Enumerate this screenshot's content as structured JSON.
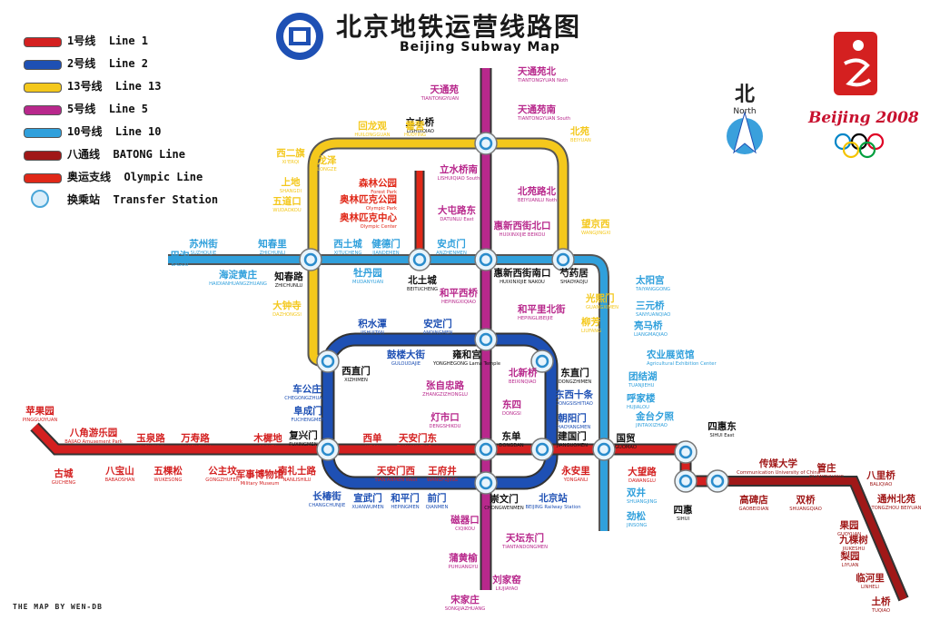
{
  "title": {
    "cn": "北京地铁运营线路图",
    "en": "Beijing Subway Map"
  },
  "legend": [
    {
      "cn": "1号线",
      "en": "Line 1",
      "color": "#d42020"
    },
    {
      "cn": "2号线",
      "en": "Line 2",
      "color": "#1e50b4"
    },
    {
      "cn": "13号线",
      "en": "Line 13",
      "color": "#f4c81c"
    },
    {
      "cn": "5号线",
      "en": "Line 5",
      "color": "#b8288c"
    },
    {
      "cn": "10号线",
      "en": "Line 10",
      "color": "#30a0dc"
    },
    {
      "cn": "八通线",
      "en": "BATONG Line",
      "color": "#a01818"
    },
    {
      "cn": "奥运支线",
      "en": "Olympic Line",
      "color": "#e02818"
    },
    {
      "cn": "换乘站",
      "en": "Transfer Station",
      "icon": "transfer-station-icon"
    }
  ],
  "north": {
    "cn": "北",
    "en": "North"
  },
  "olympics": {
    "text": "Beijing 2008"
  },
  "credit": "THE MAP BY WEN-DB",
  "colors": {
    "line1": "#d42020",
    "line2": "#1e50b4",
    "line13": "#f4c81c",
    "line5": "#b8288c",
    "line10": "#30a0dc",
    "batong": "#a01818",
    "olympic": "#e02818"
  },
  "stations": [
    {
      "cn": "天通苑北",
      "en": "TIANTONGYUAN  Noth",
      "color": "#b8288c"
    },
    {
      "cn": "天通苑",
      "en": "TIANTONGYUAN",
      "color": "#b8288c"
    },
    {
      "cn": "天通苑南",
      "en": "TIANTONGYUAN  South",
      "color": "#b8288c"
    },
    {
      "cn": "立水桥",
      "en": "LISHUIQIAO",
      "color": "#111111"
    },
    {
      "cn": "北苑",
      "en": "BEIYUAN",
      "color": "#f4c81c"
    },
    {
      "cn": "回龙观",
      "en": "HUILONGGUAN",
      "color": "#f4c81c"
    },
    {
      "cn": "霍营",
      "en": "HUOYING",
      "color": "#f4c81c"
    },
    {
      "cn": "西二旗",
      "en": "XI'ERQI",
      "color": "#f4c81c"
    },
    {
      "cn": "龙泽",
      "en": "LONGZE",
      "color": "#f4c81c"
    },
    {
      "cn": "上地",
      "en": "SHANGDI",
      "color": "#f4c81c"
    },
    {
      "cn": "五道口",
      "en": "WUDAOKOU",
      "color": "#f4c81c"
    },
    {
      "cn": "森林公园",
      "en": "Forest Park",
      "color": "#e02818"
    },
    {
      "cn": "奥林匹克公园",
      "en": "Olympic Park",
      "color": "#e02818"
    },
    {
      "cn": "奥林匹克中心",
      "en": "Olympic Center",
      "color": "#e02818"
    },
    {
      "cn": "立水桥南",
      "en": "LISHUIQIAO South",
      "color": "#b8288c"
    },
    {
      "cn": "北苑路北",
      "en": "BEIYUANLU  Noth",
      "color": "#b8288c"
    },
    {
      "cn": "大屯路东",
      "en": "DATUNLU  East",
      "color": "#b8288c"
    },
    {
      "cn": "惠新西街北口",
      "en": "HUIXINXIJIE  BEIKOU",
      "color": "#b8288c"
    },
    {
      "cn": "望京西",
      "en": "WANGJINGXI",
      "color": "#f4c81c"
    },
    {
      "cn": "巴沟",
      "en": "BAGOU",
      "color": "#30a0dc"
    },
    {
      "cn": "苏州街",
      "en": "SUZHOUJIE",
      "color": "#30a0dc"
    },
    {
      "cn": "知春里",
      "en": "ZHICHUNLI",
      "color": "#30a0dc"
    },
    {
      "cn": "西土城",
      "en": "XITUCHENG",
      "color": "#30a0dc"
    },
    {
      "cn": "健德门",
      "en": "JIANDEMEN",
      "color": "#30a0dc"
    },
    {
      "cn": "安贞门",
      "en": "ANZHENMEN",
      "color": "#30a0dc"
    },
    {
      "cn": "海淀黄庄",
      "en": "HAIDIANHUANGZHUANG",
      "color": "#30a0dc"
    },
    {
      "cn": "知春路",
      "en": "ZHICHUNLU",
      "color": "#111111"
    },
    {
      "cn": "牡丹园",
      "en": "MUDANYUAN",
      "color": "#30a0dc"
    },
    {
      "cn": "北土城",
      "en": "BEITUCHENG",
      "color": "#111111"
    },
    {
      "cn": "惠新西街南口",
      "en": "HUIXINXIJIE  NAKOU",
      "color": "#111111"
    },
    {
      "cn": "芍药居",
      "en": "SHAOYAOJU",
      "color": "#111111"
    },
    {
      "cn": "太阳宫",
      "en": "TAIYANGGONG",
      "color": "#30a0dc"
    },
    {
      "cn": "大钟寺",
      "en": "DAZHONGSI",
      "color": "#f4c81c"
    },
    {
      "cn": "和平西桥",
      "en": "HEPINGXIQIAO",
      "color": "#b8288c"
    },
    {
      "cn": "光熙门",
      "en": "GUANGXIMEN",
      "color": "#f4c81c"
    },
    {
      "cn": "三元桥",
      "en": "SANYUANQIAO",
      "color": "#30a0dc"
    },
    {
      "cn": "积水潭",
      "en": "JISHUITAN",
      "color": "#1e50b4"
    },
    {
      "cn": "安定门",
      "en": "ANDINGMEN",
      "color": "#1e50b4"
    },
    {
      "cn": "和平里北街",
      "en": "HEPINGLIBEIJIE",
      "color": "#b8288c"
    },
    {
      "cn": "柳芳",
      "en": "LIUFANG",
      "color": "#f4c81c"
    },
    {
      "cn": "亮马桥",
      "en": "LIANGMAQIAO",
      "color": "#30a0dc"
    },
    {
      "cn": "鼓楼大街",
      "en": "GULOUDAJIE",
      "color": "#1e50b4"
    },
    {
      "cn": "雍和宫",
      "en": "YONGHEGONG Lama Temple",
      "color": "#111111"
    },
    {
      "cn": "农业展览馆",
      "en": "Agricultural Exhibition Center",
      "color": "#30a0dc"
    },
    {
      "cn": "西直门",
      "en": "XIZHIMEN",
      "color": "#111111"
    },
    {
      "cn": "北新桥",
      "en": "BEIXINQIAO",
      "color": "#b8288c"
    },
    {
      "cn": "东直门",
      "en": "DONGZHIMEN",
      "color": "#111111"
    },
    {
      "cn": "团结湖",
      "en": "TUANJIEHU",
      "color": "#30a0dc"
    },
    {
      "cn": "车公庄",
      "en": "CHEGONGZHUANG",
      "color": "#1e50b4"
    },
    {
      "cn": "张自忠路",
      "en": "ZHANGZIZHONGLU",
      "color": "#b8288c"
    },
    {
      "cn": "东西十条",
      "en": "DONGSISHITIAO",
      "color": "#1e50b4"
    },
    {
      "cn": "呼家楼",
      "en": "HUJIALOU",
      "color": "#30a0dc"
    },
    {
      "cn": "阜成门",
      "en": "FUCHENGMEN",
      "color": "#1e50b4"
    },
    {
      "cn": "东四",
      "en": "DONGSI",
      "color": "#b8288c"
    },
    {
      "cn": "金台夕照",
      "en": "JINTAIXIZHAO",
      "color": "#30a0dc"
    },
    {
      "cn": "灯市口",
      "en": "DENGSHIKOU",
      "color": "#b8288c"
    },
    {
      "cn": "朝阳门",
      "en": "CHAOYANGMEN",
      "color": "#1e50b4"
    },
    {
      "cn": "苹果园",
      "en": "PINGGUOYUAN",
      "color": "#d42020"
    },
    {
      "cn": "八角游乐园",
      "en": "BAJIAO Amusement Park",
      "color": "#d42020"
    },
    {
      "cn": "玉泉路",
      "en": "YUQUANLU",
      "color": "#d42020"
    },
    {
      "cn": "万寿路",
      "en": "WANSHOULU",
      "color": "#d42020"
    },
    {
      "cn": "木樨地",
      "en": "MUXIDI",
      "color": "#d42020"
    },
    {
      "cn": "复兴门",
      "en": "FUXINGMEN",
      "color": "#111111"
    },
    {
      "cn": "西单",
      "en": "XIDAN",
      "color": "#d42020"
    },
    {
      "cn": "天安门东",
      "en": "TIAN'ANMEN East",
      "color": "#d42020"
    },
    {
      "cn": "东单",
      "en": "DONGDAN",
      "color": "#111111"
    },
    {
      "cn": "建国门",
      "en": "JIANGUOMEN",
      "color": "#111111"
    },
    {
      "cn": "国贸",
      "en": "GUOMAO",
      "color": "#111111"
    },
    {
      "cn": "大望路",
      "en": "DAWANGLU",
      "color": "#d42020"
    },
    {
      "cn": "四惠东",
      "en": "SIHUI East",
      "color": "#111111"
    },
    {
      "cn": "古城",
      "en": "GUCHENG",
      "color": "#d42020"
    },
    {
      "cn": "八宝山",
      "en": "BABAOSHAN",
      "color": "#d42020"
    },
    {
      "cn": "五棵松",
      "en": "WUKESONG",
      "color": "#d42020"
    },
    {
      "cn": "公主坟",
      "en": "GONGZHUFEN",
      "color": "#d42020"
    },
    {
      "cn": "军事博物馆",
      "en": "Military Museum",
      "color": "#d42020"
    },
    {
      "cn": "南礼士路",
      "en": "NANLISHILU",
      "color": "#d42020"
    },
    {
      "cn": "天安门西",
      "en": "TIAN'ANMEN West",
      "color": "#d42020"
    },
    {
      "cn": "王府井",
      "en": "WANGFUJING",
      "color": "#d42020"
    },
    {
      "cn": "永安里",
      "en": "YONGANLI",
      "color": "#d42020"
    },
    {
      "cn": "四惠",
      "en": "SIHUI",
      "color": "#111111"
    },
    {
      "cn": "传媒大学",
      "en": "Communication University of China",
      "color": "#a01818"
    },
    {
      "cn": "管庄",
      "en": "GUANZHUANG",
      "color": "#a01818"
    },
    {
      "cn": "八里桥",
      "en": "BALIQIAO",
      "color": "#a01818"
    },
    {
      "cn": "高碑店",
      "en": "GAOBEIDIAN",
      "color": "#a01818"
    },
    {
      "cn": "双桥",
      "en": "SHUANGQIAO",
      "color": "#a01818"
    },
    {
      "cn": "通州北苑",
      "en": "TONGZHOU BEIYUAN",
      "color": "#a01818"
    },
    {
      "cn": "长椿街",
      "en": "CHANGCHUNJIE",
      "color": "#1e50b4"
    },
    {
      "cn": "宣武门",
      "en": "XUANWUMEN",
      "color": "#1e50b4"
    },
    {
      "cn": "和平门",
      "en": "HEPINGMEN",
      "color": "#1e50b4"
    },
    {
      "cn": "前门",
      "en": "QIANMEN",
      "color": "#1e50b4"
    },
    {
      "cn": "崇文门",
      "en": "CHONGWENMEN",
      "color": "#111111"
    },
    {
      "cn": "北京站",
      "en": "BEIJING Railway Station",
      "color": "#1e50b4"
    },
    {
      "cn": "双井",
      "en": "SHUANGJING",
      "color": "#30a0dc"
    },
    {
      "cn": "劲松",
      "en": "JINSONG",
      "color": "#30a0dc"
    },
    {
      "cn": "果园",
      "en": "GUOYUAN",
      "color": "#a01818"
    },
    {
      "cn": "九棵树",
      "en": "JIUKESHU",
      "color": "#a01818"
    },
    {
      "cn": "梨园",
      "en": "LIYUAN",
      "color": "#a01818"
    },
    {
      "cn": "临河里",
      "en": "LINHELI",
      "color": "#a01818"
    },
    {
      "cn": "土桥",
      "en": "TUQIAO",
      "color": "#a01818"
    },
    {
      "cn": "磁器口",
      "en": "CIQIKOU",
      "color": "#b8288c"
    },
    {
      "cn": "天坛东门",
      "en": "TIANTANDONGMEN",
      "color": "#b8288c"
    },
    {
      "cn": "蒲黄榆",
      "en": "PUHUANGYU",
      "color": "#b8288c"
    },
    {
      "cn": "刘家窑",
      "en": "LIUJIAYAO",
      "color": "#b8288c"
    },
    {
      "cn": "宋家庄",
      "en": "SONGJIAZHUANG",
      "color": "#b8288c"
    }
  ]
}
